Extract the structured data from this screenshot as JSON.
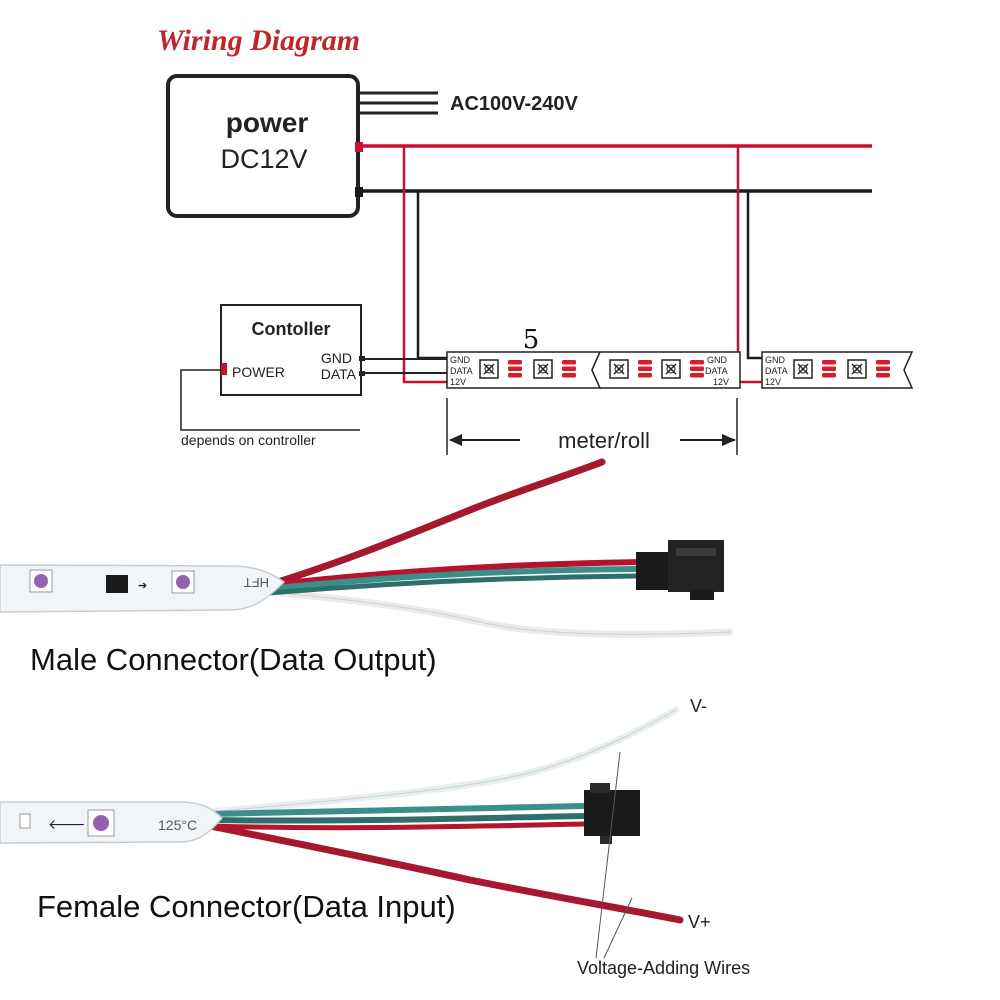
{
  "title": "Wiring Diagram",
  "power": {
    "name": "power",
    "voltage": "DC12V",
    "input": "AC100V-240V"
  },
  "controller": {
    "name": "Contoller",
    "power_label": "POWER",
    "gnd_label": "GND",
    "data_label": "DATA",
    "note": "depends on controller"
  },
  "strip": {
    "pin_gnd": "GND",
    "pin_data": "DATA",
    "pin_12v": "12V",
    "length_value": "5",
    "length_unit": "meter/roll"
  },
  "photos": {
    "male_caption": "Male Connector(Data Output)",
    "female_caption": "Female Connector(Data Input)",
    "v_minus": "V-",
    "v_plus": "V+",
    "voltage_wires": "Voltage-Adding Wires",
    "strip_text_top": "HFT",
    "strip_text_bottom": "125°C"
  },
  "colors": {
    "red_wire": "#c8102e",
    "black_wire": "#1a1a1a",
    "title": "#c0262c",
    "led_red": "#d61f2c",
    "teal_wire": "#3a8f8a",
    "dark_red_wire": "#a5182d"
  }
}
